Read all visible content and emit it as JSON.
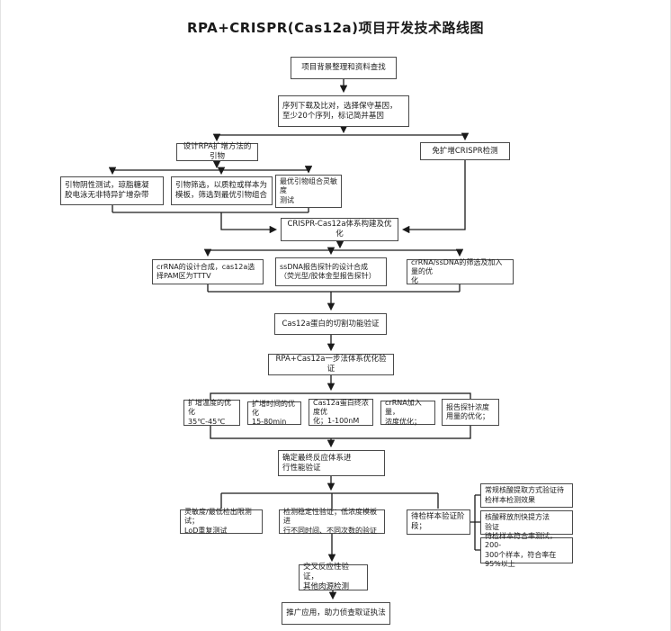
{
  "page": {
    "title": "RPA+CRISPR(Cas12a)项目开发技术路线图"
  },
  "colors": {
    "line": "#1a1a1a",
    "box_border": "#4a4a4a",
    "text": "#1a1a1a",
    "background": "#ffffff"
  },
  "nodes": {
    "background_search": "项目背景整理和资料查找",
    "sequence_align": "序列下载及比对，选择保守基因，\n至少20个序列，标记简并基因",
    "primer_design": "设计RPA扩增方法的引物",
    "ampfree_crispr": "免扩增CRISPR检测",
    "primer_negative": "引物阴性测试，琼脂糖凝\n胶电泳无非特异扩增杂带",
    "primer_screen": "引物筛选，以质粒或样本为\n模板，筛选到最优引物组合",
    "primer_sensitivity": "最优引物组合灵敏度\n测试",
    "crispr_system": "CRISPR-Cas12a体系构建及优化",
    "crrna_design": "crRNA的设计合成，cas12a选\n择PAM区为TTTV",
    "ssdna_probe": "ssDNA报告探针的设计合成\n（荧光型/胶体金型报告探针）",
    "crrna_ssdna_opt": "crRNA/ssDNA的筛选及加入量的优\n化",
    "cas12a_cleavage": "Cas12a蛋白的切割功能验证",
    "onestep_opt": "RPA+Cas12a一步法体系优化验证",
    "temp_opt": "扩增温度的优化\n35℃-45℃",
    "time_opt": "扩增时间的优化\n15-80min",
    "cas12a_conc": "Cas12a蛋白终浓度优\n化；1-100nM",
    "crrna_amount": "crRNA加入量，\n浓度优化；",
    "probe_amount": "报告探针浓度\n用量的优化；",
    "final_system": "确定最终反应体系进\n行性能验证",
    "sensitivity_lod": "灵敏度/最低检出限测试；\nLoD重复测试",
    "stability": "检测稳定性验证；低浓度模板进\n行不同时间、不同次数的验证",
    "sample_validation": "待检样本验证阶\n段；",
    "routine_extraction": "常规核酸提取方式验证待\n检样本检测效果",
    "quick_extraction": "核酸释放剂快提方法\n验证",
    "concordance": "待检样本符合率测试，200-\n300个样本，符合率在95%以上",
    "cross_reactivity": "交叉反应性验证，\n其他肉源检测",
    "application": "推广应用，助力侦查取证执法"
  }
}
